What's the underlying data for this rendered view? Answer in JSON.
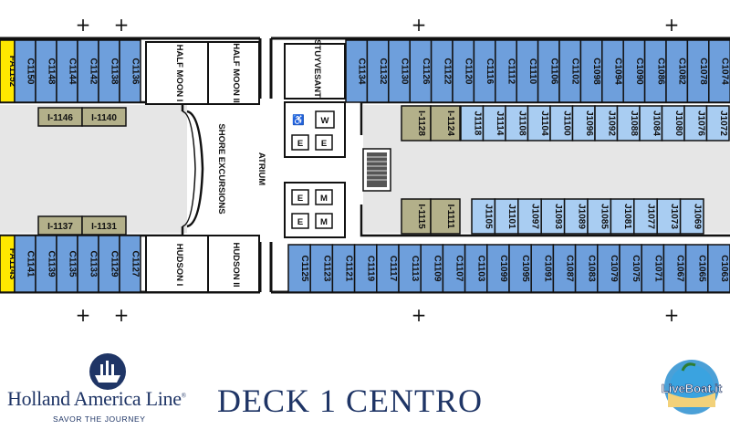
{
  "deck_title": "DECK 1 CENTRO",
  "brand": {
    "name": "Holland America Line",
    "reg": "®",
    "tagline": "SAVOR THE JOURNEY"
  },
  "watermark": "LiveBoat.it",
  "colors": {
    "cabin_blue": "#6e9fdc",
    "cabin_yellow": "#ffe800",
    "interior_olive": "#b3b08a",
    "interior_cabin": "#a9cdf2",
    "floor": "#e6e6e6",
    "hull": "#111111",
    "brand_navy": "#1f3566"
  },
  "rooms": {
    "half_moon_1": "HALF MOON I",
    "half_moon_2": "HALF MOON II",
    "hudson_1": "HUDSON I",
    "hudson_2": "HUDSON II",
    "shore_excursions": "SHORE EXCURSIONS",
    "atrium": "ATRIUM",
    "stuyvesant": "STUYVESANT"
  },
  "restrooms": [
    "W",
    "E",
    "E",
    "M",
    "E",
    "E",
    "M"
  ],
  "markers": [
    "+",
    "+",
    "+",
    "+",
    "+",
    "+",
    "+",
    "+"
  ],
  "cabins": {
    "top_left_yellow": [
      "FA1152"
    ],
    "top_left": [
      "C1150",
      "C1148",
      "C1144",
      "C1142",
      "C1138",
      "C1136"
    ],
    "top_right": [
      "C1134",
      "C1132",
      "C1130",
      "C1126",
      "C1122",
      "C1120",
      "C1116",
      "C1112",
      "C1110",
      "C1106",
      "C1102",
      "C1098",
      "C1094",
      "C1090",
      "C1086",
      "C1082",
      "C1078",
      "C1074"
    ],
    "bottom_left_yellow": [
      "FA1143"
    ],
    "bottom_left": [
      "C1141",
      "C1139",
      "C1135",
      "C1133",
      "C1129",
      "C1127"
    ],
    "bottom_right": [
      "C1125",
      "C1123",
      "C1121",
      "C1119",
      "C1117",
      "C1113",
      "C1109",
      "C1107",
      "C1103",
      "C1099",
      "C1095",
      "C1091",
      "C1087",
      "C1083",
      "C1079",
      "C1075",
      "C1071",
      "C1067",
      "C1065",
      "C1063"
    ],
    "inner_left_upper": [
      "I-1146",
      "I-1140"
    ],
    "inner_left_lower": [
      "I-1137",
      "I-1131"
    ],
    "inner_olive_upper": [
      "I-1128",
      "I-1124"
    ],
    "inner_upper": [
      "J1118",
      "J1114",
      "J1108",
      "J1104",
      "J1100",
      "J1096",
      "J1092",
      "J1088",
      "J1084",
      "J1080",
      "J1076",
      "J1072"
    ],
    "inner_olive_lower": [
      "I-1115",
      "I-1111"
    ],
    "inner_lower": [
      "J1105",
      "J1101",
      "J1097",
      "J1093",
      "J1089",
      "J1085",
      "J1081",
      "J1077",
      "J1073",
      "J1069"
    ]
  }
}
